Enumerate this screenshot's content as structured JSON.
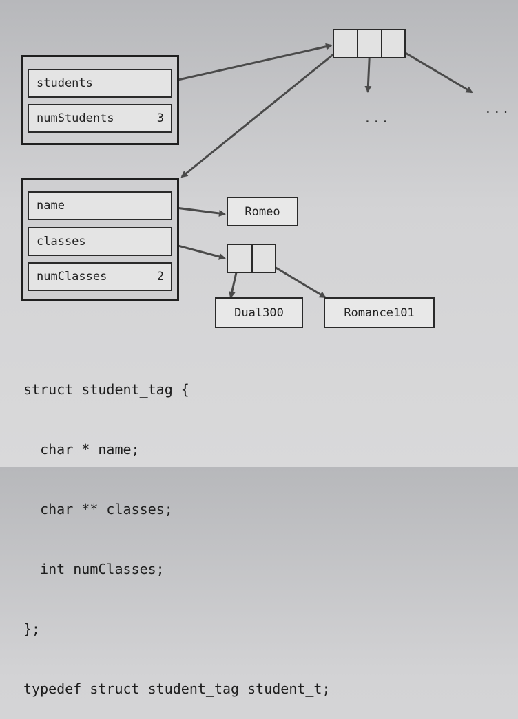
{
  "roster": {
    "students_label": "students",
    "num_students_label": "numStudents",
    "num_students_value": "3"
  },
  "student": {
    "name_label": "name",
    "classes_label": "classes",
    "num_classes_label": "numClasses",
    "num_classes_value": "2"
  },
  "strings": {
    "name_value": "Romeo",
    "class_1": "Dual300",
    "class_2": "Romance101"
  },
  "ellipsis": {
    "left": "...",
    "right": "..."
  },
  "code": {
    "line_1": "struct student_tag {",
    "line_2": "  char * name;",
    "line_3": "  char ** classes;",
    "line_4": "  int numClasses;",
    "line_5": "};",
    "line_6": "typedef struct student_tag student_t;"
  }
}
